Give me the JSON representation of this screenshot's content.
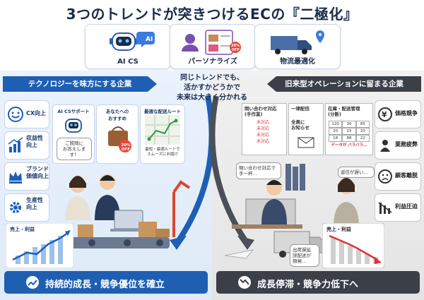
{
  "title": "3つのトレンドが突きつけるECの『二極化』",
  "trends": [
    {
      "label": "AI CS",
      "icon": "ai-robot-icon"
    },
    {
      "label": "パーソナライズ",
      "icon": "personalize-icon"
    },
    {
      "label": "物流最適化",
      "icon": "truck-icon"
    }
  ],
  "center_message": [
    "同じトレンドでも、",
    "活かすかどうかで",
    "未来は大きく分かれる"
  ],
  "left": {
    "header": "テクノロジーを味方にする企業",
    "items": [
      {
        "label": [
          "CX向上"
        ],
        "icon": "smile-icon"
      },
      {
        "label": [
          "収益性",
          "向上"
        ],
        "icon": "bar-chart-icon"
      },
      {
        "label": [
          "ブランド",
          "価値向上"
        ],
        "icon": "crown-icon"
      },
      {
        "label": [
          "生産性",
          "向上"
        ],
        "icon": "gear-icon"
      }
    ],
    "cards": [
      {
        "title": "AI CSサポート",
        "bubble": [
          "ご質問に",
          "お答えします！"
        ],
        "icon": "chat-robot-icon"
      },
      {
        "title": "あなたへの",
        "title2": "おすすめ",
        "badge_pct": "20%",
        "badge_off": "OFF",
        "icon": "handbag-icon"
      },
      {
        "title": "最適な配送ルート",
        "note": [
          "最短・最適ルートで",
          "スムーズにお届け"
        ],
        "icon": "route-map-icon"
      }
    ],
    "chart_label": "売上・利益",
    "footer": "持続的成長・競争優位を確立"
  },
  "right": {
    "header": "旧来型オペレーションに留まる企業",
    "items": [
      {
        "label": [
          "価格競争"
        ],
        "icon": "yen-icon"
      },
      {
        "label": [
          "業務疲弊"
        ],
        "icon": "tired-worker-icon"
      },
      {
        "label": [
          "顧客離脱"
        ],
        "icon": "sad-face-icon"
      },
      {
        "label": [
          "利益圧迫"
        ],
        "icon": "decline-chart-icon"
      }
    ],
    "docs": [
      {
        "title": [
          "問い合わせ対応",
          "(手作業)"
        ],
        "stamps": [
          "未対応",
          "未対応",
          "未対応",
          "未対応"
        ]
      },
      {
        "title": [
          "一律配信"
        ],
        "note": [
          "全員に",
          "お知らせ"
        ]
      },
      {
        "title": [
          "在庫・配送管理",
          "(分断)"
        ],
        "grid": [
          "120",
          "30",
          "85",
          "20",
          "15",
          "20",
          "18",
          "88",
          "22"
        ],
        "note": "データが バラバラ…"
      }
    ],
    "bubble_inquiry": [
      "問い合わせ対応で",
      "手一杯…"
    ],
    "bubble_reply": [
      "返信が遅い…"
    ],
    "bubble_truck": [
      "出荷遅延",
      "誤配送が",
      "頻発…"
    ],
    "chart_label": "売上・利益",
    "footer": "成長停滞・競争力低下へ"
  }
}
